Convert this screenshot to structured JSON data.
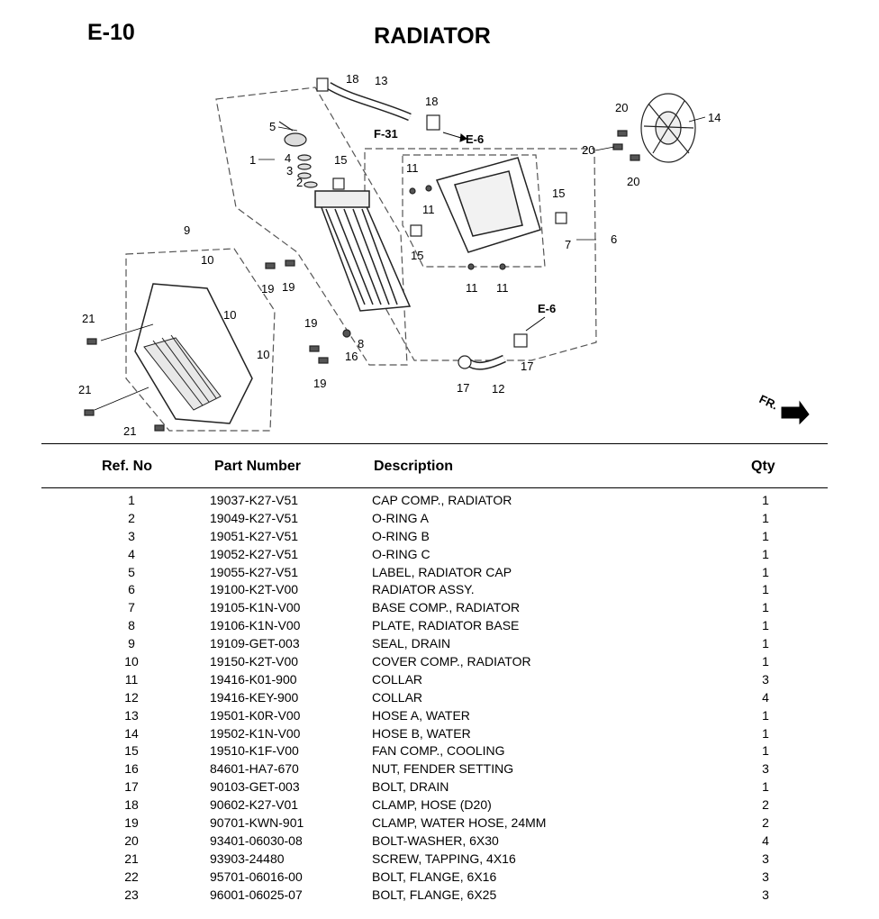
{
  "page": {
    "code": "E-10",
    "title": "RADIATOR"
  },
  "diagram": {
    "callouts": [
      "1",
      "2",
      "3",
      "4",
      "5",
      "6",
      "7",
      "8",
      "9",
      "10",
      "11",
      "12",
      "13",
      "14",
      "15",
      "16",
      "17",
      "18",
      "19",
      "20",
      "21"
    ],
    "refs": [
      "F-31",
      "E-6",
      "E-6"
    ],
    "direction": "FR."
  },
  "table": {
    "headers": {
      "ref": "Ref. No",
      "part": "Part Number",
      "desc": "Description",
      "qty": "Qty"
    },
    "rows": [
      {
        "ref": "1",
        "part": "19037-K27-V51",
        "desc": "CAP COMP., RADIATOR",
        "qty": "1"
      },
      {
        "ref": "2",
        "part": "19049-K27-V51",
        "desc": "O-RING A",
        "qty": "1"
      },
      {
        "ref": "3",
        "part": "19051-K27-V51",
        "desc": "O-RING B",
        "qty": "1"
      },
      {
        "ref": "4",
        "part": "19052-K27-V51",
        "desc": "O-RING C",
        "qty": "1"
      },
      {
        "ref": "5",
        "part": "19055-K27-V51",
        "desc": "LABEL, RADIATOR CAP",
        "qty": "1"
      },
      {
        "ref": "6",
        "part": "19100-K2T-V00",
        "desc": "RADIATOR ASSY.",
        "qty": "1"
      },
      {
        "ref": "7",
        "part": "19105-K1N-V00",
        "desc": "BASE COMP., RADIATOR",
        "qty": "1"
      },
      {
        "ref": "8",
        "part": "19106-K1N-V00",
        "desc": "PLATE, RADIATOR BASE",
        "qty": "1"
      },
      {
        "ref": "9",
        "part": "19109-GET-003",
        "desc": "SEAL, DRAIN",
        "qty": "1"
      },
      {
        "ref": "10",
        "part": "19150-K2T-V00",
        "desc": "COVER COMP., RADIATOR",
        "qty": "1"
      },
      {
        "ref": "11",
        "part": "19416-K01-900",
        "desc": "COLLAR",
        "qty": "3"
      },
      {
        "ref": "12",
        "part": "19416-KEY-900",
        "desc": "COLLAR",
        "qty": "4"
      },
      {
        "ref": "13",
        "part": "19501-K0R-V00",
        "desc": "HOSE A, WATER",
        "qty": "1"
      },
      {
        "ref": "14",
        "part": "19502-K1N-V00",
        "desc": "HOSE B, WATER",
        "qty": "1"
      },
      {
        "ref": "15",
        "part": "19510-K1F-V00",
        "desc": "FAN COMP., COOLING",
        "qty": "1"
      },
      {
        "ref": "16",
        "part": "84601-HA7-670",
        "desc": "NUT, FENDER SETTING",
        "qty": "3"
      },
      {
        "ref": "17",
        "part": "90103-GET-003",
        "desc": "BOLT, DRAIN",
        "qty": "1"
      },
      {
        "ref": "18",
        "part": "90602-K27-V01",
        "desc": "CLAMP, HOSE (D20)",
        "qty": "2"
      },
      {
        "ref": "19",
        "part": "90701-KWN-901",
        "desc": "CLAMP, WATER HOSE, 24MM",
        "qty": "2"
      },
      {
        "ref": "20",
        "part": "93401-06030-08",
        "desc": "BOLT-WASHER, 6X30",
        "qty": "4"
      },
      {
        "ref": "21",
        "part": "93903-24480",
        "desc": "SCREW, TAPPING, 4X16",
        "qty": "3"
      },
      {
        "ref": "22",
        "part": "95701-06016-00",
        "desc": "BOLT, FLANGE, 6X16",
        "qty": "3"
      },
      {
        "ref": "23",
        "part": "96001-06025-07",
        "desc": "BOLT, FLANGE, 6X25",
        "qty": "3"
      }
    ]
  }
}
